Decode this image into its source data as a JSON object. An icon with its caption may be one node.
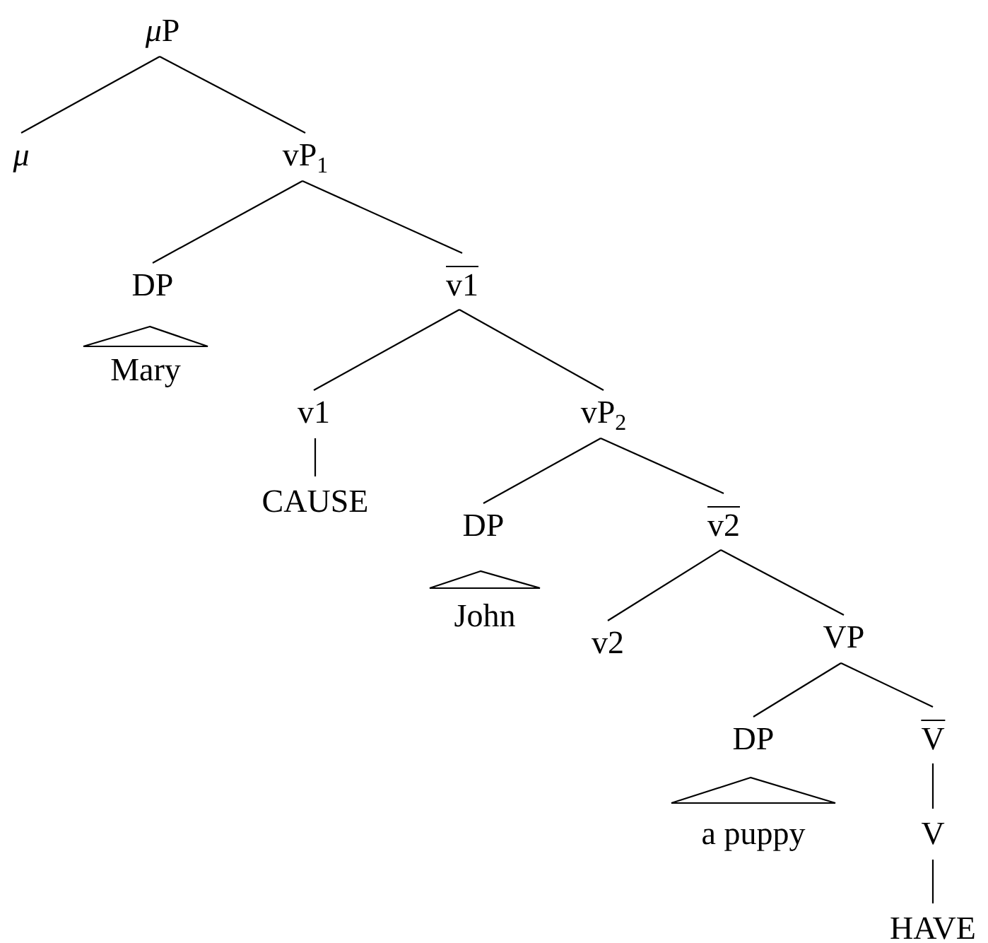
{
  "diagram": {
    "nodes": [
      {
        "text": [
          "μP"
        ]
      },
      {
        "text": [
          "μ"
        ]
      },
      {
        "text": [
          "vP$_{1}$"
        ]
      },
      {
        "text": [
          "DP"
        ]
      },
      {
        "text": [
          "v1"
        ]
      },
      {
        "text": [
          "Mary"
        ]
      },
      {
        "text": [
          "v1"
        ]
      },
      {
        "text": [
          "vP$_{2}$"
        ]
      },
      {
        "text": [
          "CAUSE"
        ]
      },
      {
        "text": [
          "DP"
        ]
      },
      {
        "text": [
          "v2"
        ]
      },
      {
        "text": [
          "John"
        ]
      },
      {
        "text": [
          "v2"
        ]
      },
      {
        "text": [
          "VP"
        ]
      },
      {
        "text": [
          "DP"
        ]
      },
      {
        "text": [
          "V"
        ]
      },
      {
        "text": [
          "a puppy"
        ]
      },
      {
        "text": [
          "V"
        ]
      },
      {
        "text": [
          "HAVE"
        ]
      }
    ],
    "edges": [
      {
        "from": 0,
        "to": 1,
        "arrow": "none"
      },
      {
        "from": 0,
        "to": 2,
        "arrow": "none"
      },
      {
        "from": 2,
        "to": 3,
        "arrow": "none"
      },
      {
        "from": 2,
        "to": 4,
        "arrow": "none"
      },
      {
        "from": 3,
        "to": 5,
        "arrow": "none"
      },
      {
        "from": 4,
        "to": 6,
        "arrow": "none"
      },
      {
        "from": 4,
        "to": 7,
        "arrow": "none"
      },
      {
        "from": 6,
        "to": 8,
        "arrow": "none"
      },
      {
        "from": 7,
        "to": 9,
        "arrow": "none"
      },
      {
        "from": 7,
        "to": 10,
        "arrow": "none"
      },
      {
        "from": 9,
        "to": 11,
        "arrow": "none"
      },
      {
        "from": 10,
        "to": 12,
        "arrow": "none"
      },
      {
        "from": 10,
        "to": 13,
        "arrow": "none"
      },
      {
        "from": 13,
        "to": 14,
        "arrow": "none"
      },
      {
        "from": 13,
        "to": 15,
        "arrow": "none"
      },
      {
        "from": 14,
        "to": 16,
        "arrow": "none"
      },
      {
        "from": 15,
        "to": 17,
        "arrow": "none"
      },
      {
        "from": 17,
        "to": 18,
        "arrow": "none"
      }
    ]
  }
}
